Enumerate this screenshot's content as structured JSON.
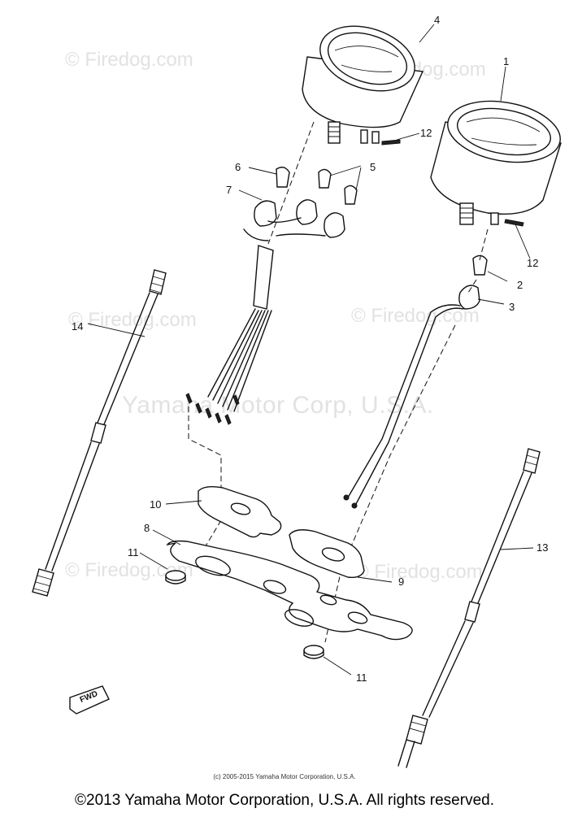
{
  "watermarks": {
    "firedog": [
      "© Firedog.com",
      "© Firedog.com",
      "© Firedog.com",
      "© Firedog.com",
      "© Firedog.com",
      "© Firedog.com"
    ],
    "yamaha": "Yamaha Motor Corp, U.S.A."
  },
  "callouts": [
    "4",
    "1",
    "12",
    "6",
    "5",
    "7",
    "12",
    "2",
    "3",
    "14",
    "10",
    "8",
    "11",
    "9",
    "13",
    "11"
  ],
  "fwd_tag": "FWD",
  "small_copyright": "(c) 2005-2015 Yamaha Motor Corporation, U.S.A.",
  "footer": "©2013 Yamaha Motor Corporation, U.S.A. All rights reserved."
}
